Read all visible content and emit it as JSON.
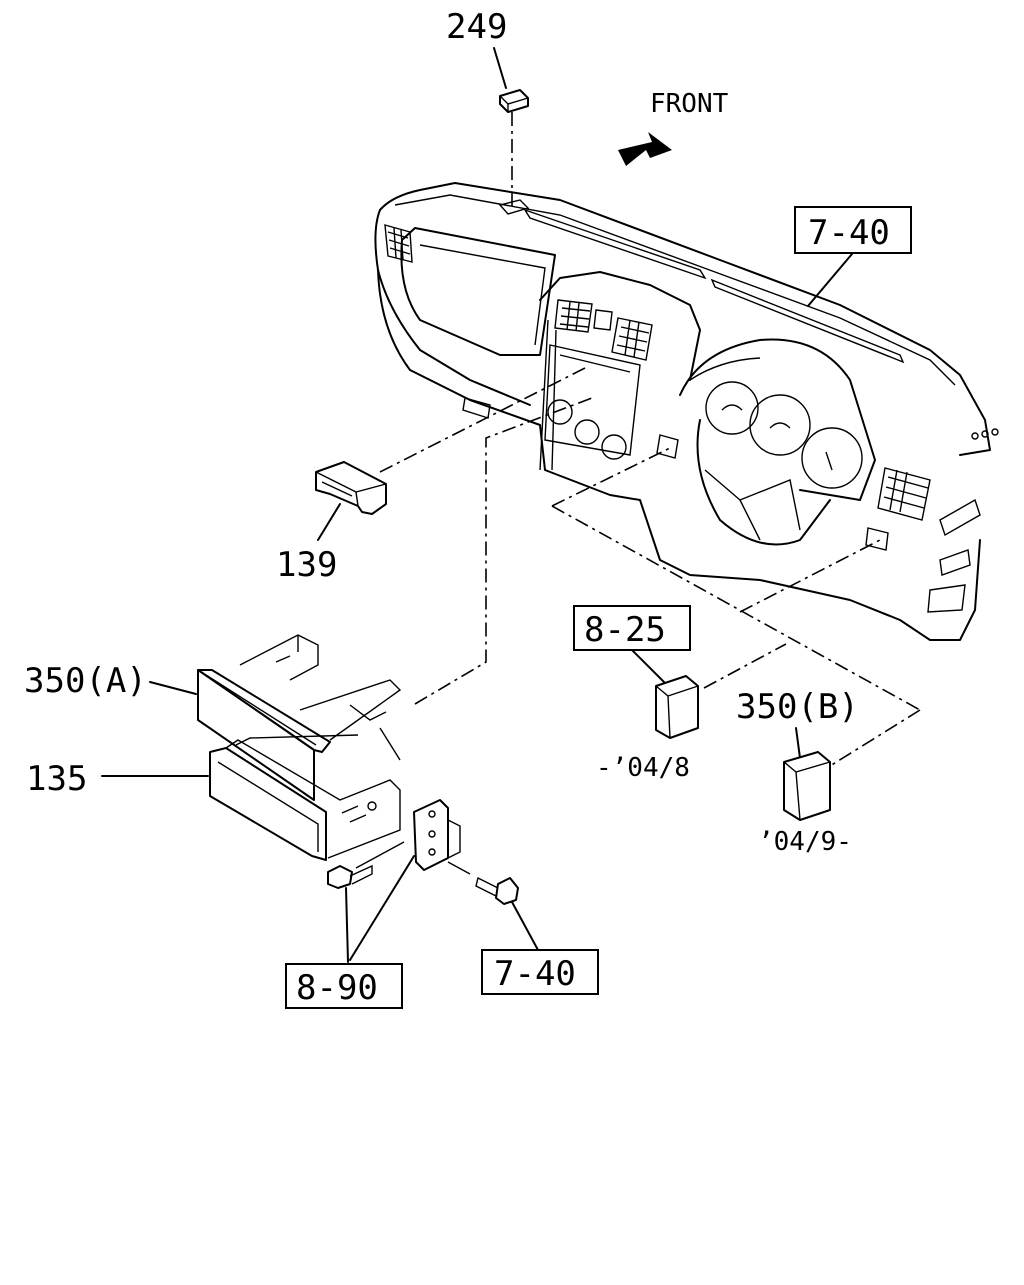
{
  "diagram": {
    "direction_label": "FRONT",
    "callouts": {
      "p249": "249",
      "p139": "139",
      "p350a": "350(A)",
      "p135": "135",
      "p350b": "350(B)",
      "ref740_top": "7-40",
      "ref825": "8-25",
      "ref890": "8-90",
      "ref740_bottom": "7-40"
    },
    "notes": {
      "until": "-’04/8",
      "from": "’04/9-"
    }
  }
}
